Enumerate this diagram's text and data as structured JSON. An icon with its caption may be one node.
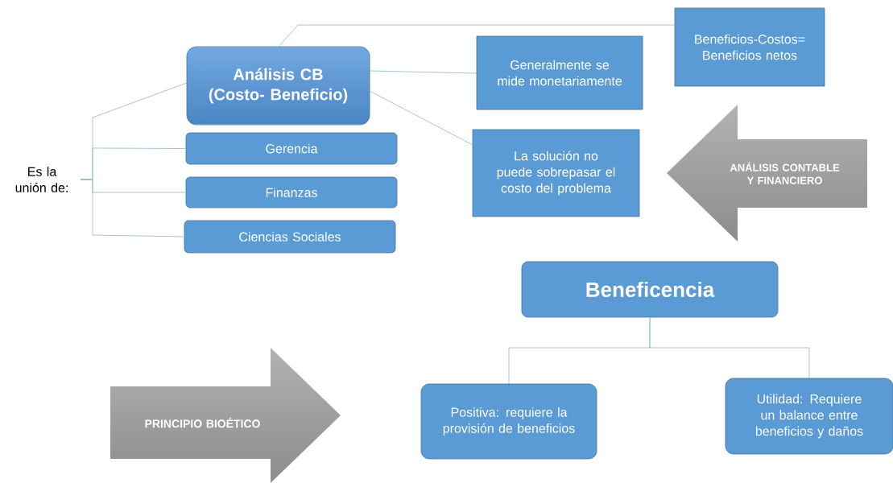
{
  "diagram": {
    "nodes": [
      {
        "text": [
          "Análisis CB (Costo- Beneficio)"
        ]
      },
      {
        "text": [
          "Gerencia"
        ]
      },
      {
        "text": [
          "Finanzas"
        ]
      },
      {
        "text": [
          "Ciencias Sociales"
        ]
      },
      {
        "text": [
          "Es la unión de:"
        ]
      },
      {
        "text": [
          "Generalmente se mide monetariamente"
        ]
      },
      {
        "text": [
          "Beneficios-Costos= Beneficios netos"
        ]
      },
      {
        "text": [
          "La solución no puede sobrepasar el costo del problema"
        ]
      },
      {
        "text": [
          "ANÁLISIS CONTABLE Y FINANCIERO"
        ]
      },
      {
        "text": [
          "Beneficencia"
        ]
      },
      {
        "text": [
          "Positiva: requiere la provisión de beneficios"
        ]
      },
      {
        "text": [
          "Utilidad: Requiere un balance entre beneficios y daños"
        ]
      },
      {
        "text": [
          "PRINCIPIO BIOÉTICO"
        ]
      }
    ],
    "edges": [
      {
        "from": 4,
        "to": 0,
        "arrow": "none"
      },
      {
        "from": 4,
        "to": 1,
        "arrow": "none"
      },
      {
        "from": 4,
        "to": 2,
        "arrow": "none"
      },
      {
        "from": 4,
        "to": 3,
        "arrow": "none"
      },
      {
        "from": 0,
        "to": 6,
        "arrow": "none"
      },
      {
        "from": 0,
        "to": 5,
        "arrow": "none"
      },
      {
        "from": 0,
        "to": 7,
        "arrow": "none"
      },
      {
        "from": 9,
        "to": 10,
        "arrow": "none"
      },
      {
        "from": 9,
        "to": 11,
        "arrow": "none"
      }
    ]
  }
}
